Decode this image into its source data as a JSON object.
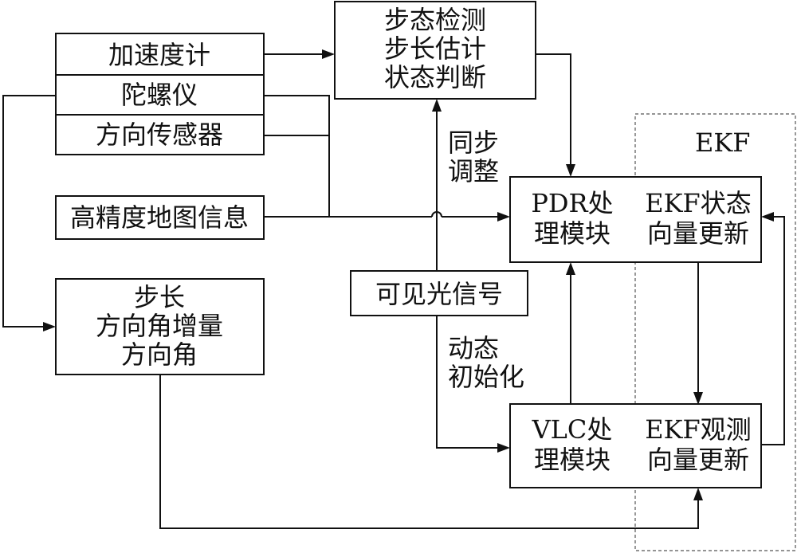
{
  "sensors": {
    "accelerometer": "加速度计",
    "gyroscope": "陀螺仪",
    "direction_sensor": "方向传感器"
  },
  "gait_module": [
    "步态检测",
    "步长估计",
    "状态判断"
  ],
  "hd_map": "高精度地图信息",
  "step_output": [
    "步长",
    "方向角增量",
    "方向角"
  ],
  "sync_adjust": [
    "同步",
    "调整"
  ],
  "visible_light": "可见光信号",
  "dynamic_init": [
    "动态",
    "初始化"
  ],
  "pdr_module": [
    "PDR处",
    "理模块"
  ],
  "vlc_module": [
    "VLC处",
    "理模块"
  ],
  "ekf": {
    "title": "EKF",
    "state_update": [
      "EKF状态",
      "向量更新"
    ],
    "observation_update": [
      "EKF观测",
      "向量更新"
    ]
  }
}
